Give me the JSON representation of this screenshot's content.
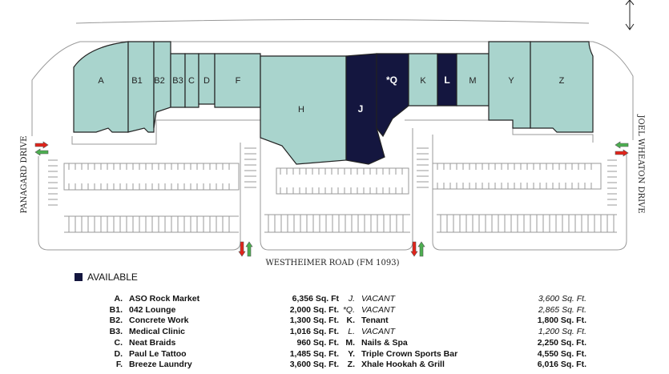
{
  "units": [
    {
      "id": "A",
      "available": false
    },
    {
      "id": "B1",
      "available": false
    },
    {
      "id": "B2",
      "available": false
    },
    {
      "id": "B3",
      "available": false
    },
    {
      "id": "C",
      "available": false
    },
    {
      "id": "D",
      "available": false
    },
    {
      "id": "F",
      "available": false
    },
    {
      "id": "H",
      "available": false
    },
    {
      "id": "J",
      "available": true
    },
    {
      "id": "*Q",
      "available": true
    },
    {
      "id": "K",
      "available": false
    },
    {
      "id": "L",
      "available": true
    },
    {
      "id": "M",
      "available": false
    },
    {
      "id": "Y",
      "available": false
    },
    {
      "id": "Z",
      "available": false
    }
  ],
  "roads": {
    "left": "PANAGARD DRIVE",
    "right": "JOEL WHEATON DRIVE",
    "bottom": "WESTHEIMER ROAD (FM 1093)"
  },
  "legend": {
    "label": "AVAILABLE",
    "color": "#14163f"
  },
  "colors": {
    "building": "#a9d4cd",
    "available": "#14163f",
    "arrow_in": "#e2231a",
    "arrow_out": "#4caf50"
  },
  "tenants_left": [
    {
      "code": "A.",
      "name": "ASO Rock Market",
      "size": "6,356 Sq. Ft",
      "vacant": false
    },
    {
      "code": "B1.",
      "name": "042 Lounge",
      "size": "2,000 Sq. Ft.",
      "vacant": false
    },
    {
      "code": "B2.",
      "name": "Concrete Work",
      "size": "1,300 Sq. Ft.",
      "vacant": false
    },
    {
      "code": "B3.",
      "name": "Medical Clinic",
      "size": "1,016 Sq. Ft.",
      "vacant": false
    },
    {
      "code": "C.",
      "name": "Neat Braids",
      "size": "960 Sq. Ft.",
      "vacant": false
    },
    {
      "code": "D.",
      "name": "Paul Le Tattoo",
      "size": "1,485 Sq. Ft.",
      "vacant": false
    },
    {
      "code": "F.",
      "name": "Breeze Laundry",
      "size": "3,600 Sq. Ft.",
      "vacant": false
    }
  ],
  "tenants_right": [
    {
      "code": "J.",
      "name": "VACANT",
      "size": "3,600 Sq. Ft.",
      "vacant": true
    },
    {
      "code": "*Q.",
      "name": "VACANT",
      "size": "2,865 Sq. Ft.",
      "vacant": true
    },
    {
      "code": "K.",
      "name": "Tenant",
      "size": "1,800 Sq. Ft.",
      "vacant": false
    },
    {
      "code": "L.",
      "name": "VACANT",
      "size": "1,200 Sq. Ft.",
      "vacant": true
    },
    {
      "code": "M.",
      "name": "Nails & Spa",
      "size": "2,250 Sq. Ft.",
      "vacant": false
    },
    {
      "code": "Y.",
      "name": "Triple Crown Sports Bar",
      "size": "4,550 Sq. Ft.",
      "vacant": false
    },
    {
      "code": "Z.",
      "name": "Xhale Hookah & Grill",
      "size": "6,016 Sq. Ft.",
      "vacant": false
    }
  ]
}
